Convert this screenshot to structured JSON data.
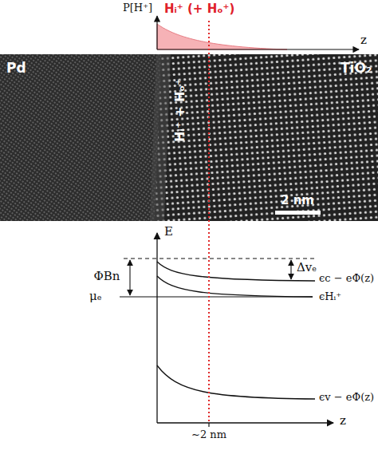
{
  "diagram": {
    "labels": [
      "P[H⁺]",
      "Hᵢ⁺ (+ Hₒ⁺)",
      "z",
      "Pd",
      "TiO₂",
      "Hᵢ⁺ + Hₒ⁺",
      "2 nm",
      "E",
      "ΦBn",
      "Δvₑ",
      "μₑ",
      "ϵc − eΦ(z)",
      "ϵHᵢ⁺",
      "ϵv − eΦ(z)",
      "z",
      "~2 nm"
    ]
  }
}
